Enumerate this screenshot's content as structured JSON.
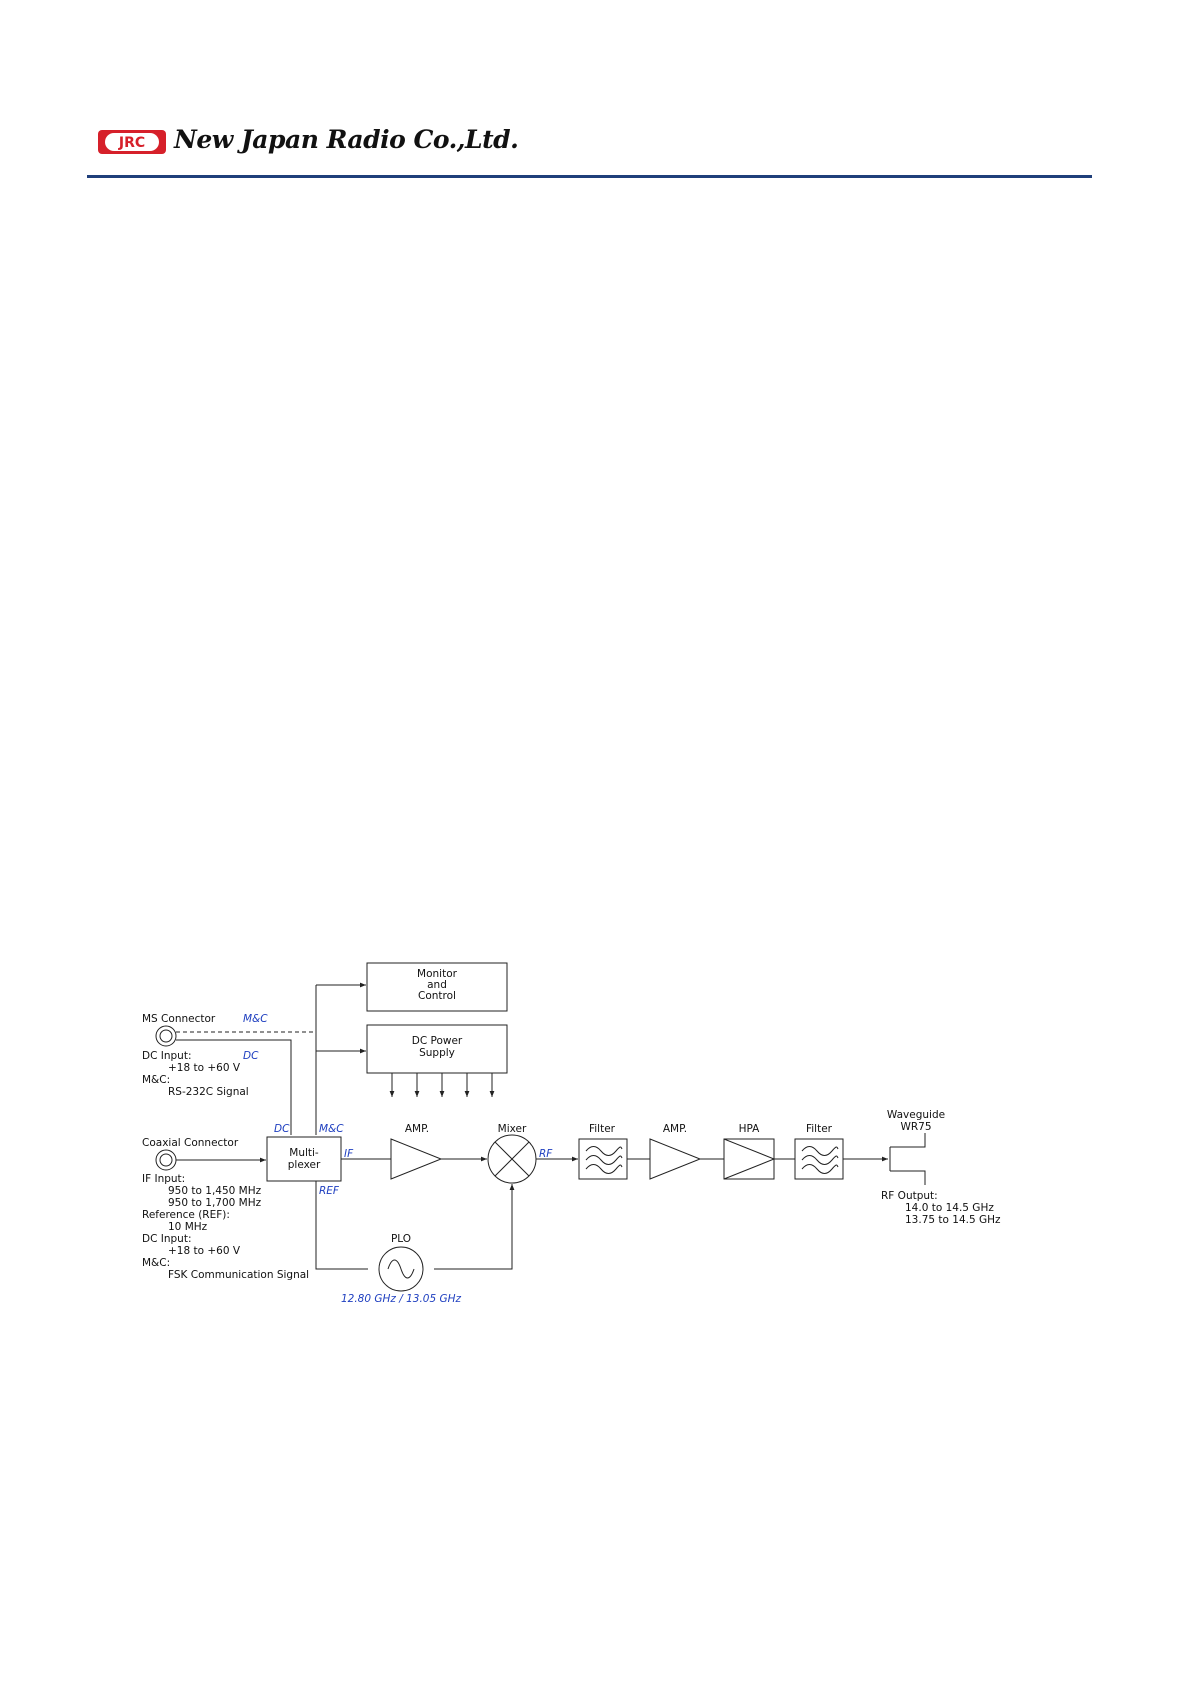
{
  "header": {
    "logo_text": "JRC",
    "company": "New Japan Radio Co.,Ltd."
  },
  "colors": {
    "brand_red": "#d6202a",
    "rule_blue": "#1f3f7a",
    "signal_blue": "#2040c0"
  },
  "diagram": {
    "blocks": {
      "monitor": [
        "Monitor",
        "and",
        "Control"
      ],
      "dc_power": [
        "DC Power",
        "Supply"
      ],
      "multiplexer": [
        "Multi-",
        "plexer"
      ],
      "amp1": "AMP.",
      "mixer": "Mixer",
      "filter1": "Filter",
      "amp2": "AMP.",
      "hpa": "HPA",
      "filter2": "Filter",
      "plo": "PLO",
      "waveguide": [
        "Waveguide",
        "WR75"
      ]
    },
    "signals": {
      "ms_mc": "M&C",
      "ms_dc": "DC",
      "mux_dc": "DC",
      "mux_mc": "M&C",
      "if": "IF",
      "ref": "REF",
      "rf": "RF",
      "plo_freq": "12.80 GHz / 13.05 GHz"
    },
    "ms_connector": {
      "title": "MS Connector",
      "lines": [
        "DC Input:",
        "+18 to +60 V",
        "M&C:",
        "RS-232C Signal"
      ]
    },
    "coax_connector": {
      "title": "Coaxial Connector",
      "lines": [
        "IF Input:",
        "950 to 1,450 MHz",
        "950 to 1,700 MHz",
        "Reference (REF):",
        "10 MHz",
        "DC Input:",
        "+18 to +60 V",
        "M&C:",
        "FSK Communication Signal"
      ]
    },
    "rf_output": {
      "lines": [
        "RF Output:",
        "14.0 to 14.5 GHz",
        "13.75 to 14.5 GHz"
      ]
    }
  }
}
